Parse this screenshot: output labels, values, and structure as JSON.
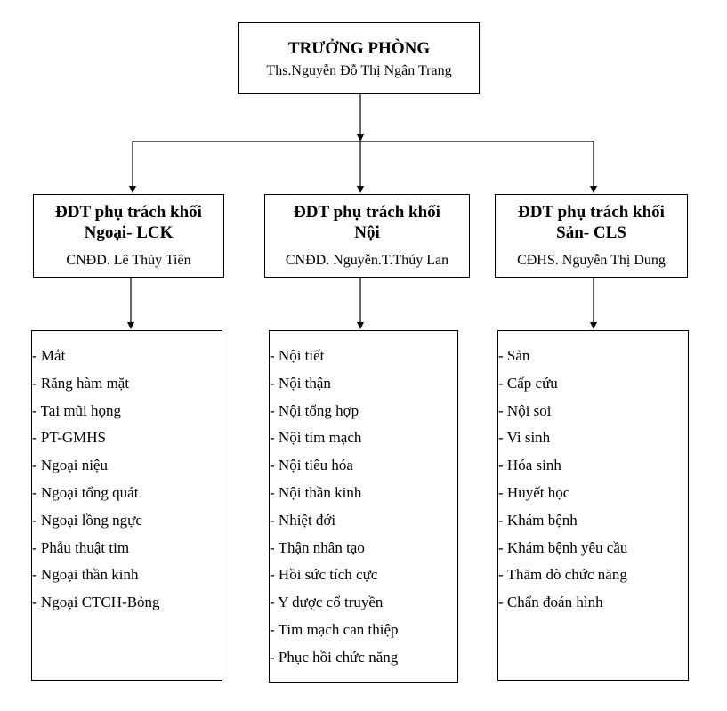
{
  "head": {
    "title": "TRƯỞNG PHÒNG",
    "name": "Ths.Nguyễn Đỗ Thị Ngân Trang"
  },
  "groups": [
    {
      "title_line1": "ĐDT phụ trách khối",
      "title_line2": "Ngoại- LCK",
      "name": "CNĐD. Lê Thủy Tiên",
      "items": [
        "- Mắt",
        "- Răng hàm mặt",
        "- Tai mũi họng",
        "- PT-GMHS",
        "- Ngoại niệu",
        "- Ngoại tổng quát",
        "- Ngoại lồng ngực",
        "- Phẫu thuật tim",
        "- Ngoại thần kinh",
        "- Ngoại CTCH-Bỏng"
      ]
    },
    {
      "title_line1": "ĐDT phụ trách khối",
      "title_line2": "Nội",
      "name": "CNĐD. Nguyễn.T.Thúy Lan",
      "items": [
        "- Nội tiết",
        "- Nội thận",
        "- Nội tổng hợp",
        "- Nội tim mạch",
        "- Nội tiêu hóa",
        "- Nội thần kinh",
        "- Nhiệt đới",
        "- Thận nhân tạo",
        "- Hồi sức tích cực",
        "- Y dược cổ truyền",
        "- Tim mạch can thiệp",
        "- Phục hồi chức năng"
      ]
    },
    {
      "title_line1": "ĐDT phụ trách khối",
      "title_line2": "Sản- CLS",
      "name": "CĐHS. Nguyễn Thị Dung",
      "items": [
        "- Sản",
        "- Cấp cứu",
        "- Nội soi",
        "- Vi sinh",
        "- Hóa sinh",
        "- Huyết học",
        "- Khám bệnh",
        "- Khám bệnh yêu cầu",
        "- Thăm dò chức năng",
        "- Chẩn đoán hình"
      ]
    }
  ]
}
